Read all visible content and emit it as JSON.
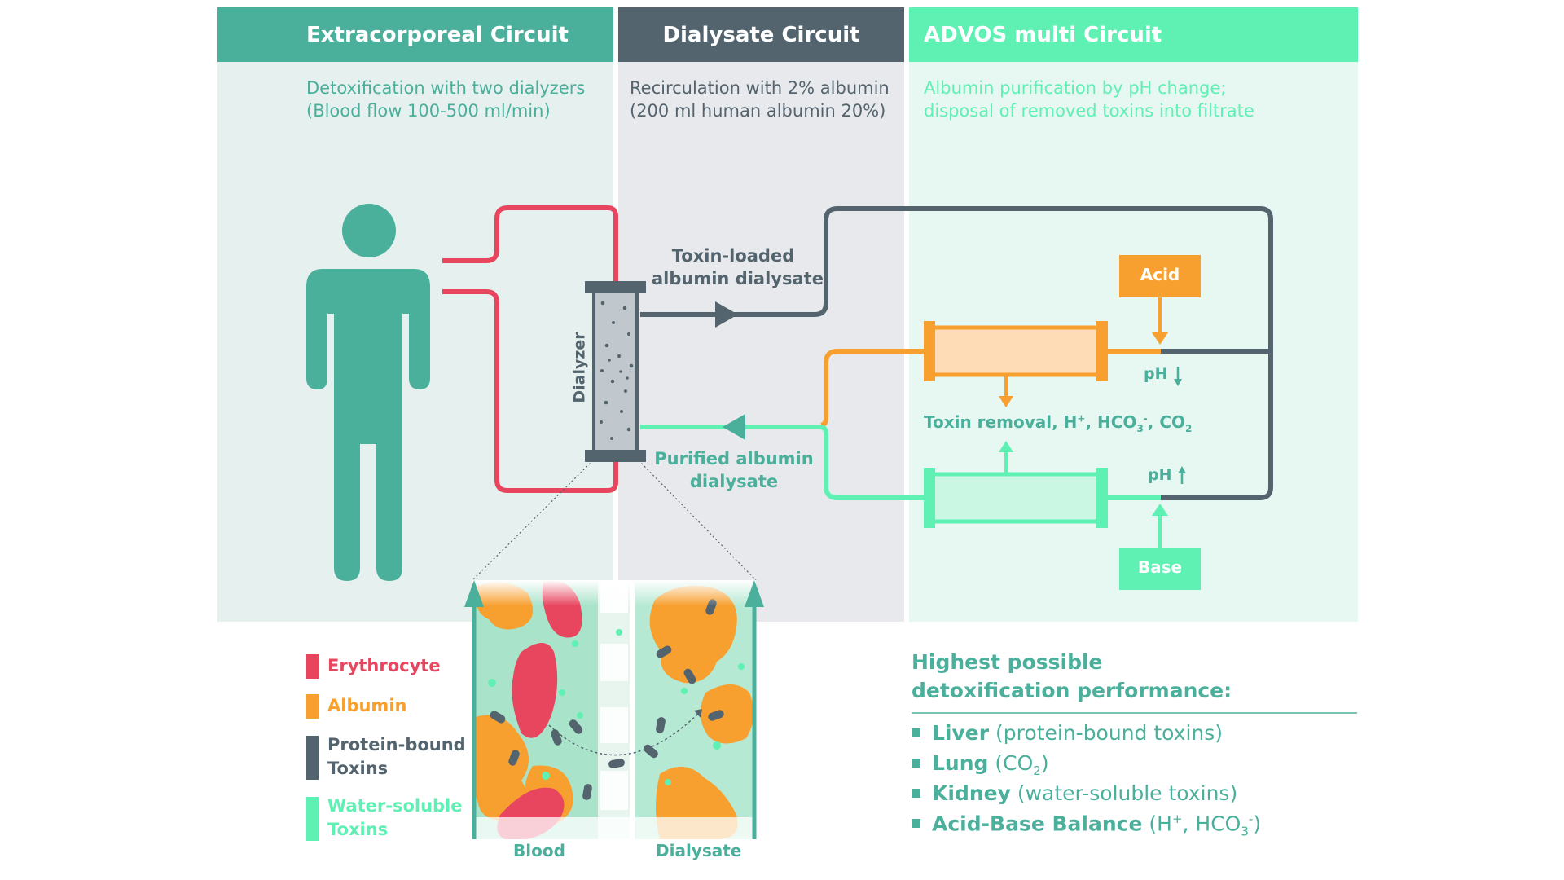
{
  "headers": {
    "extracorporeal": "Extracorporeal Circuit",
    "dialysate": "Dialysate Circuit",
    "advos": "ADVOS multi Circuit"
  },
  "descriptions": {
    "extracorporeal_1": "Detoxification with two dialyzers",
    "extracorporeal_2": "(Blood flow 100-500 ml/min)",
    "dialysate_1": "Recirculation with 2% albumin",
    "dialysate_2": "(200 ml human albumin 20%)",
    "advos_1": "Albumin purification by pH change;",
    "advos_2": "disposal of removed toxins into filtrate"
  },
  "labels": {
    "dialyzer": "Dialyzer",
    "toxin_loaded_1": "Toxin-loaded",
    "toxin_loaded_2": "albumin dialysate",
    "purified_1": "Purified albumin",
    "purified_2": "dialysate",
    "acid": "Acid",
    "base": "Base",
    "ph": "pH",
    "toxin_removal": "Toxin removal, H",
    "toxin_removal_sep1": ", HCO",
    "toxin_removal_sep2": ", CO",
    "blood": "Blood",
    "dialysate": "Dialysate"
  },
  "legend": {
    "erythrocyte": "Erythrocyte",
    "albumin": "Albumin",
    "protein_bound_1": "Protein-bound",
    "protein_bound_2": "Toxins",
    "water_soluble_1": "Water-soluble",
    "water_soluble_2": "Toxins"
  },
  "performance": {
    "title_1": "Highest possible",
    "title_2": "detoxification performance:",
    "items": [
      {
        "organ": "Liver",
        "detail": "(protein-bound toxins)"
      },
      {
        "organ": "Lung",
        "detail": "(CO"
      },
      {
        "organ": "Kidney",
        "detail": "(water-soluble toxins)"
      },
      {
        "organ": "Acid-Base Balance",
        "detail": "(H"
      }
    ]
  },
  "colors": {
    "teal_dark": "#4aaf9b",
    "slate": "#54646e",
    "mint": "#5ff0b4",
    "red": "#e8465f",
    "orange": "#f7a030",
    "panel_teal": "#e6f0ef",
    "panel_grey": "#e7e9ec",
    "panel_mint": "#e6f8f1"
  }
}
